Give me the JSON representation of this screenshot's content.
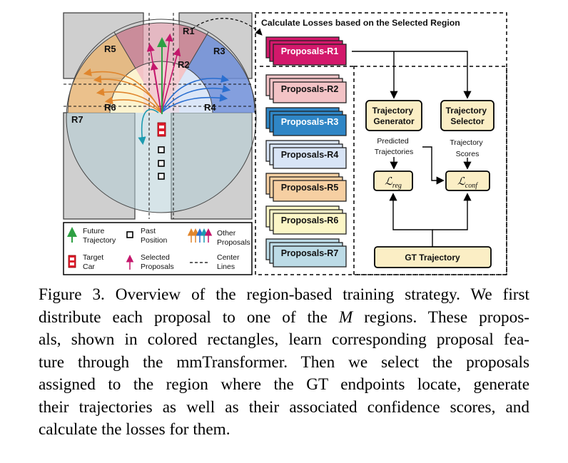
{
  "figure": {
    "region_labels": {
      "r1": "R1",
      "r2": "R2",
      "r3": "R3",
      "r4": "R4",
      "r5": "R5",
      "r6": "R6",
      "r7": "R7"
    },
    "legend": {
      "future_trajectory": "Future Trajectory",
      "past_position": "Past Position",
      "other_proposals": "Other Proposals",
      "target_car": "Target Car",
      "selected_proposals": "Selected Proposals",
      "center_lines": "Center Lines"
    },
    "panel_title": "Calculate Losses based on the Selected Region",
    "proposals": [
      {
        "label": "Proposals-R1",
        "color": "#d3186b",
        "text_color": "#ffffff"
      },
      {
        "label": "Proposals-R2",
        "color": "#f3c3c6",
        "text_color": "#111111"
      },
      {
        "label": "Proposals-R3",
        "color": "#2f86c6",
        "text_color": "#ffffff"
      },
      {
        "label": "Proposals-R4",
        "color": "#d8e4f6",
        "text_color": "#111111"
      },
      {
        "label": "Proposals-R5",
        "color": "#f6cfa2",
        "text_color": "#111111"
      },
      {
        "label": "Proposals-R6",
        "color": "#fcf6c6",
        "text_color": "#111111"
      },
      {
        "label": "Proposals-R7",
        "color": "#bcdbe6",
        "text_color": "#111111"
      }
    ],
    "trajectory_generator": "Trajectory Generator",
    "trajectory_selector": "Trajectory Selector",
    "predicted_trajectories": "Predicted Trajectories",
    "trajectory_scores": "Trajectory Scores",
    "l_reg": "reg",
    "l_conf": "conf",
    "gt_trajectory": "GT Trajectory"
  },
  "caption": {
    "lines": [
      "Figure 3. Overview of the region-based training strategy. We first",
      "distribute each proposal to one of the M regions. These propos-",
      "als, shown in colored rectangles, learn corresponding proposal fea-",
      "ture through the mmTransformer. Then we select the proposals",
      "assigned to the region where the GT endpoints locate, generate",
      "their trajectories as well as their associated confidence scores, and",
      "calculate the losses for them."
    ]
  }
}
